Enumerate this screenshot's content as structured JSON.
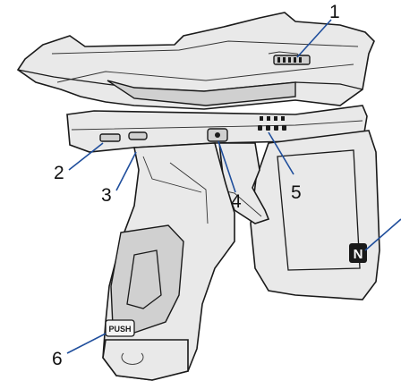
{
  "callouts": [
    {
      "id": "1",
      "label": "1"
    },
    {
      "id": "2",
      "label": "2"
    },
    {
      "id": "3",
      "label": "3"
    },
    {
      "id": "4",
      "label": "4"
    },
    {
      "id": "5",
      "label": "5"
    },
    {
      "id": "6",
      "label": "6"
    }
  ],
  "button_text": "PUSH",
  "nfc_mark": "N",
  "colors": {
    "leader": "#1f4e9c",
    "outline": "#1a1a1a",
    "body": "#e9e9e9"
  }
}
